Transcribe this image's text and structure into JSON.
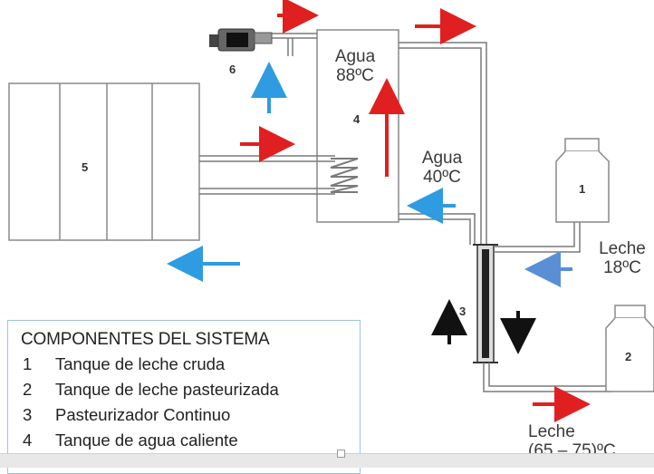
{
  "colors": {
    "hot_arrow": "#e02020",
    "cold_arrow": "#2f9be0",
    "cold_arrow_milk": "#5a8fd6",
    "flow_arrow": "#111111",
    "pipe": "#7a7a7a",
    "legend_border": "#9fc3e6"
  },
  "numbers": {
    "n1": "1",
    "n2": "2",
    "n3": "3",
    "n4": "4",
    "n5": "5",
    "n6": "6"
  },
  "labels": {
    "agua_hot_line1": "Agua",
    "agua_hot_line2": "88ºC",
    "agua_cold_line1": "Agua",
    "agua_cold_line2": "40ºC",
    "leche_in_line1": "Leche",
    "leche_in_line2": "18ºC",
    "leche_out_line1": "Leche",
    "leche_out_line2": "(65 – 75)ºC"
  },
  "legend": {
    "title": "COMPONENTES DEL SISTEMA",
    "items": [
      {
        "num": "1",
        "text": "Tanque de leche cruda"
      },
      {
        "num": "2",
        "text": "Tanque de leche pasteurizada"
      },
      {
        "num": "3",
        "text": "Pasteurizador  Continuo"
      },
      {
        "num": "4",
        "text": "Tanque de agua caliente"
      }
    ]
  }
}
